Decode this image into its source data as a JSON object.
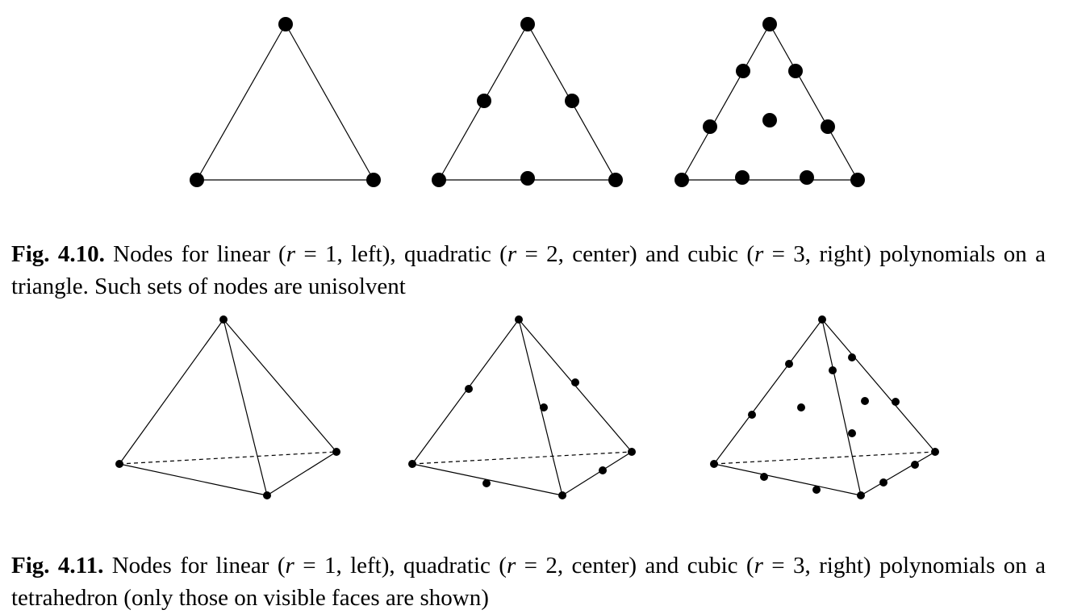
{
  "figures": [
    {
      "id": "fig-4-10",
      "shape": "triangle",
      "panels": [
        {
          "degree": 1,
          "position": "left",
          "node_count": 3
        },
        {
          "degree": 2,
          "position": "center",
          "node_count": 6
        },
        {
          "degree": 3,
          "position": "right",
          "node_count": 10
        }
      ],
      "caption": {
        "label": "Fig. 4.10.",
        "t1": " Nodes for linear (",
        "v1": "r",
        "e1": " = 1, left), quadratic (",
        "v2": "r",
        "e2": " = 2, center) and cubic (",
        "v3": "r",
        "e3": " = 3, right) polynomials on a triangle. Such sets of nodes are unisolvent"
      }
    },
    {
      "id": "fig-4-11",
      "shape": "tetrahedron",
      "panels": [
        {
          "degree": 1,
          "position": "left",
          "node_count": 4
        },
        {
          "degree": 2,
          "position": "center",
          "node_count": 9
        },
        {
          "degree": 3,
          "position": "right",
          "node_count": 16
        }
      ],
      "caption": {
        "label": "Fig. 4.11.",
        "t1": " Nodes for linear (",
        "v1": "r",
        "e1": " = 1, left), quadratic (",
        "v2": "r",
        "e2": " = 2, center) and cubic (",
        "v3": "r",
        "e3": " = 3, right) polynomials on a tetrahedron (only those on visible faces are shown)"
      }
    }
  ]
}
